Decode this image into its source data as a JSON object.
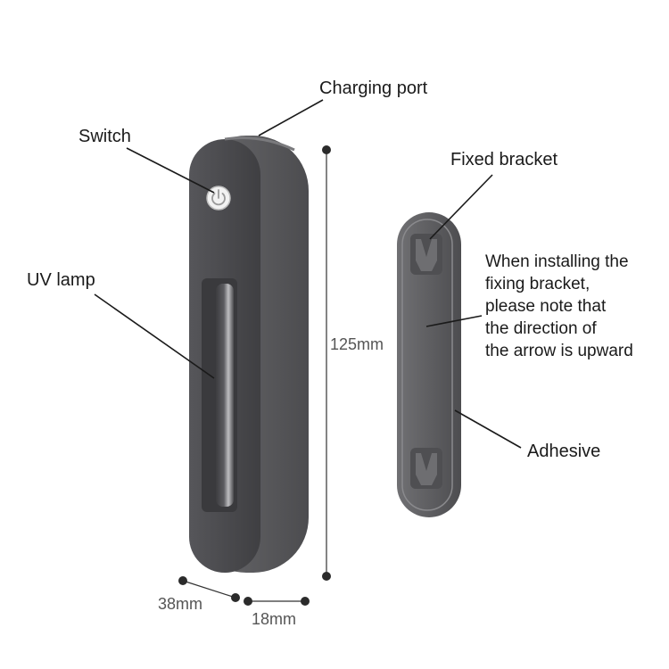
{
  "labels": {
    "charging_port": "Charging port",
    "switch": "Switch",
    "uv_lamp": "UV lamp",
    "fixed_bracket": "Fixed bracket",
    "adhesive": "Adhesive"
  },
  "note_lines": [
    "When installing the",
    "fixing bracket,",
    "please note that",
    "the direction of",
    "the arrow is upward"
  ],
  "dimensions": {
    "height": "125mm",
    "width": "38mm",
    "depth": "18mm"
  },
  "colors": {
    "device_body": "#5a5a5d",
    "device_face": "#4a4a4d",
    "bracket_body": "#606062",
    "line": "#1a1a1a",
    "dim_line": "#333333"
  },
  "icons": {
    "switch": "power-icon"
  }
}
